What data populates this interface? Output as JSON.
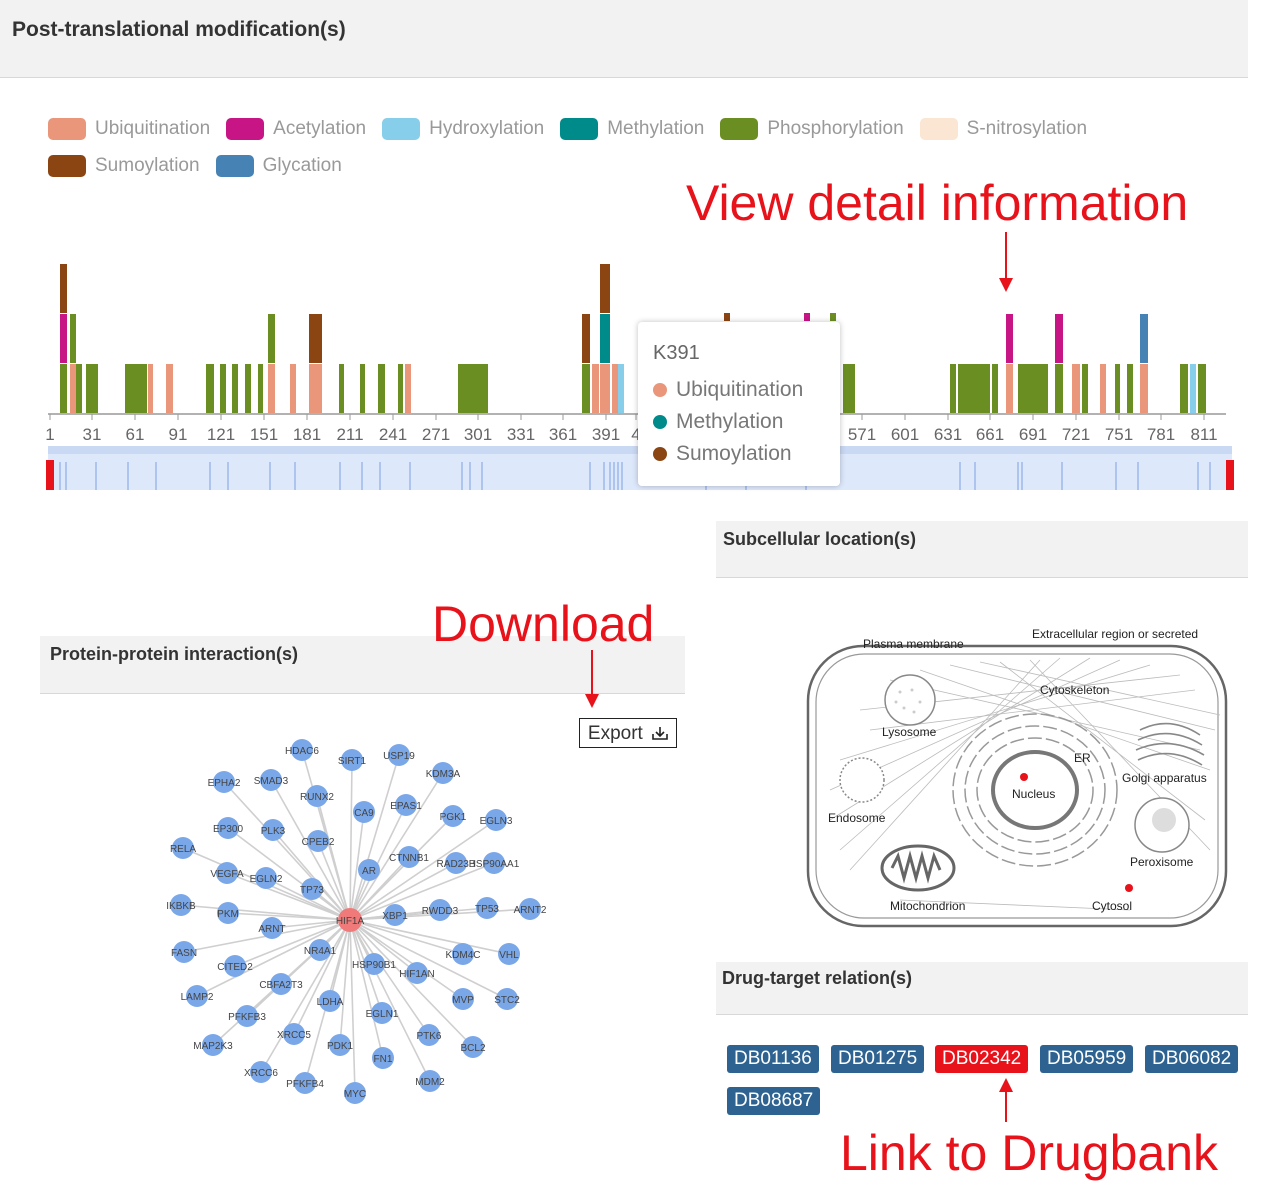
{
  "ptm": {
    "title": "Post-translational modification(s)",
    "legend": [
      {
        "label": "Ubiquitination",
        "color": "#e9967a"
      },
      {
        "label": "Acetylation",
        "color": "#c71585"
      },
      {
        "label": "Hydroxylation",
        "color": "#87ceeb"
      },
      {
        "label": "Methylation",
        "color": "#008b8b"
      },
      {
        "label": "Phosphorylation",
        "color": "#6b8e23"
      },
      {
        "label": "S-nitrosylation",
        "color": "#fae6d2"
      },
      {
        "label": "Sumoylation",
        "color": "#8b4513"
      },
      {
        "label": "Glycation",
        "color": "#4682b4"
      }
    ],
    "axis_ticks": [
      "1",
      "31",
      "61",
      "91",
      "121",
      "151",
      "181",
      "211",
      "241",
      "271",
      "301",
      "331",
      "361",
      "391",
      "4",
      "571",
      "601",
      "631",
      "661",
      "691",
      "721",
      "751",
      "781",
      "811"
    ],
    "tooltip": {
      "title": "K391",
      "items": [
        {
          "label": "Ubiquitination",
          "color": "#e9967a"
        },
        {
          "label": "Methylation",
          "color": "#008b8b"
        },
        {
          "label": "Sumoylation",
          "color": "#8b4513"
        }
      ]
    }
  },
  "annotations": {
    "view_detail": "View detail information",
    "download": "Download",
    "link_drugbank": "Link to Drugbank"
  },
  "subcellular": {
    "title": "Subcellular location(s)",
    "labels": {
      "plasma_membrane": "Plasma membrane",
      "extracellular": "Extracellular region or secreted",
      "cytoskeleton": "Cytoskeleton",
      "lysosome": "Lysosome",
      "er": "ER",
      "golgi": "Golgi apparatus",
      "nucleus": "Nucleus",
      "endosome": "Endosome",
      "peroxisome": "Peroxisome",
      "mitochondrion": "Mitochondrion",
      "cytosol": "Cytosol"
    }
  },
  "ppi": {
    "title": "Protein-protein interaction(s)",
    "export_label": "Export",
    "center": "HIF1A",
    "nodes": [
      "HDAC6",
      "SIRT1",
      "USP19",
      "KDM3A",
      "EPHA2",
      "SMAD3",
      "RUNX2",
      "CA9",
      "EPAS1",
      "PGK1",
      "EGLN3",
      "EP300",
      "PLK3",
      "CPEB2",
      "CTNNB1",
      "RAD23B",
      "HSP90AA1",
      "RELA",
      "VEGFA",
      "EGLN2",
      "TP73",
      "AR",
      "IKBKB",
      "PKM",
      "ARNT",
      "XBP1",
      "RWDD3",
      "TP53",
      "ARNT2",
      "FASN",
      "CITED2",
      "NR4A1",
      "HSP90B1",
      "HIF1AN",
      "KDM4C",
      "VHL",
      "LAMP2",
      "CBFA2T3",
      "LDHA",
      "EGLN1",
      "MVP",
      "STC2",
      "PFKFB3",
      "XRCC5",
      "PDK1",
      "PTK6",
      "BCL2",
      "MAP2K3",
      "XRCC6",
      "FN1",
      "PFKFB4",
      "MYC",
      "MDM2"
    ]
  },
  "drug": {
    "title": "Drug-target relation(s)",
    "items": [
      {
        "id": "DB01136",
        "color": "#2e6391"
      },
      {
        "id": "DB01275",
        "color": "#2e6391"
      },
      {
        "id": "DB02342",
        "color": "#e8121b"
      },
      {
        "id": "DB05959",
        "color": "#2e6391"
      },
      {
        "id": "DB06082",
        "color": "#2e6391"
      },
      {
        "id": "DB08687",
        "color": "#2e6391"
      }
    ]
  }
}
